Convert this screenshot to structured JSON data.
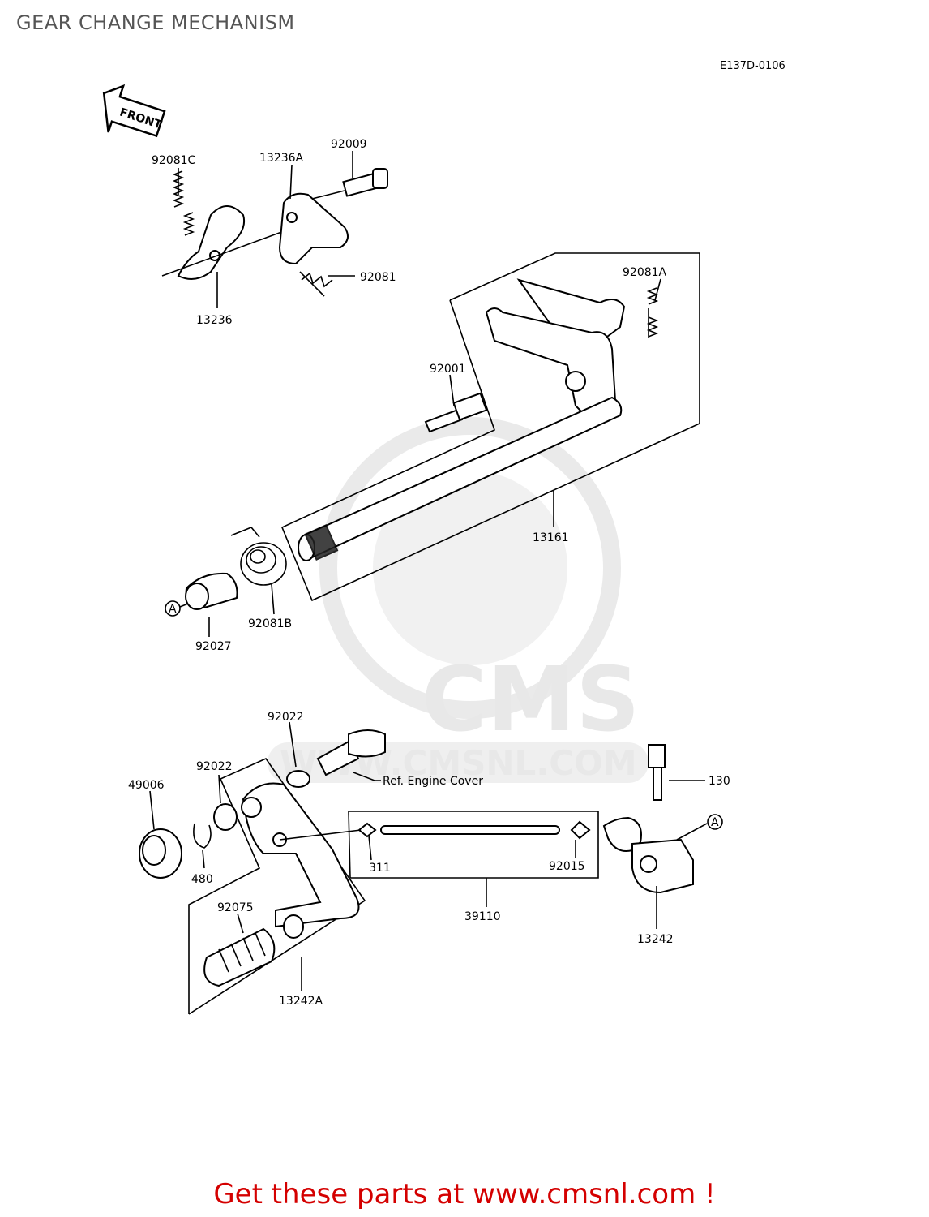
{
  "page": {
    "title": "GEAR CHANGE MECHANISM",
    "diagram_code": "E137D-0106",
    "footer_cta": "Get these parts at www.cmsnl.com !"
  },
  "watermark": {
    "brand": "CMS",
    "url": "WWW.CMSNL.COM"
  },
  "diagram": {
    "front_arrow": "FRONT",
    "callout_a": "A",
    "reference_note": "Ref. Engine Cover",
    "parts": [
      "92081C",
      "13236A",
      "92009",
      "92081",
      "13236",
      "92081A",
      "92001",
      "13161",
      "92027",
      "92081B",
      "92022",
      "92022",
      "49006",
      "480",
      "311",
      "92015",
      "130",
      "39110",
      "92075",
      "13242",
      "13242A"
    ]
  },
  "colors": {
    "title": "#555555",
    "cta": "#d40000",
    "watermark": "#e6e6e6"
  }
}
